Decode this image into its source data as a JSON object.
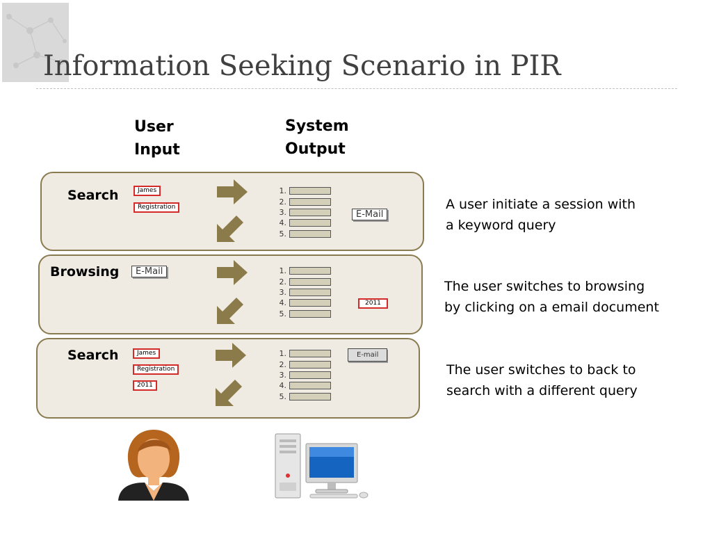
{
  "slide": {
    "title": "Information Seeking Scenario in PIR"
  },
  "columns": {
    "user_input": [
      "User",
      "Input"
    ],
    "system_output": [
      "System",
      "Output"
    ]
  },
  "stages": [
    {
      "label": "Search",
      "inputs": [
        "James",
        "Registration"
      ],
      "result_doc": "E-Mail",
      "ranks": [
        "1.",
        "2.",
        "3.",
        "4.",
        "5."
      ],
      "note": [
        "A user initiate a session with",
        "a keyword query"
      ]
    },
    {
      "label": "Browsing",
      "inputs": [
        "E-Mail"
      ],
      "result_doc": "2011",
      "ranks": [
        "1.",
        "2.",
        "3.",
        "4.",
        "5."
      ],
      "note": [
        "The user switches to browsing",
        "by clicking on a email document"
      ]
    },
    {
      "label": "Search",
      "inputs": [
        "James",
        "Registration",
        "2011"
      ],
      "result_doc": "E-mail",
      "ranks": [
        "1.",
        "2.",
        "3.",
        "4.",
        "5."
      ],
      "note": [
        "The user switches to back to",
        "search with a different query"
      ]
    }
  ],
  "icons": {
    "user": "woman-avatar-icon",
    "system": "desktop-computer-icon"
  },
  "colors": {
    "band_fill": "#efebe2",
    "band_border": "#8a7a4f",
    "arrow": "#8b7a4a",
    "chip_border": "#d42a2a",
    "title": "#404040"
  }
}
